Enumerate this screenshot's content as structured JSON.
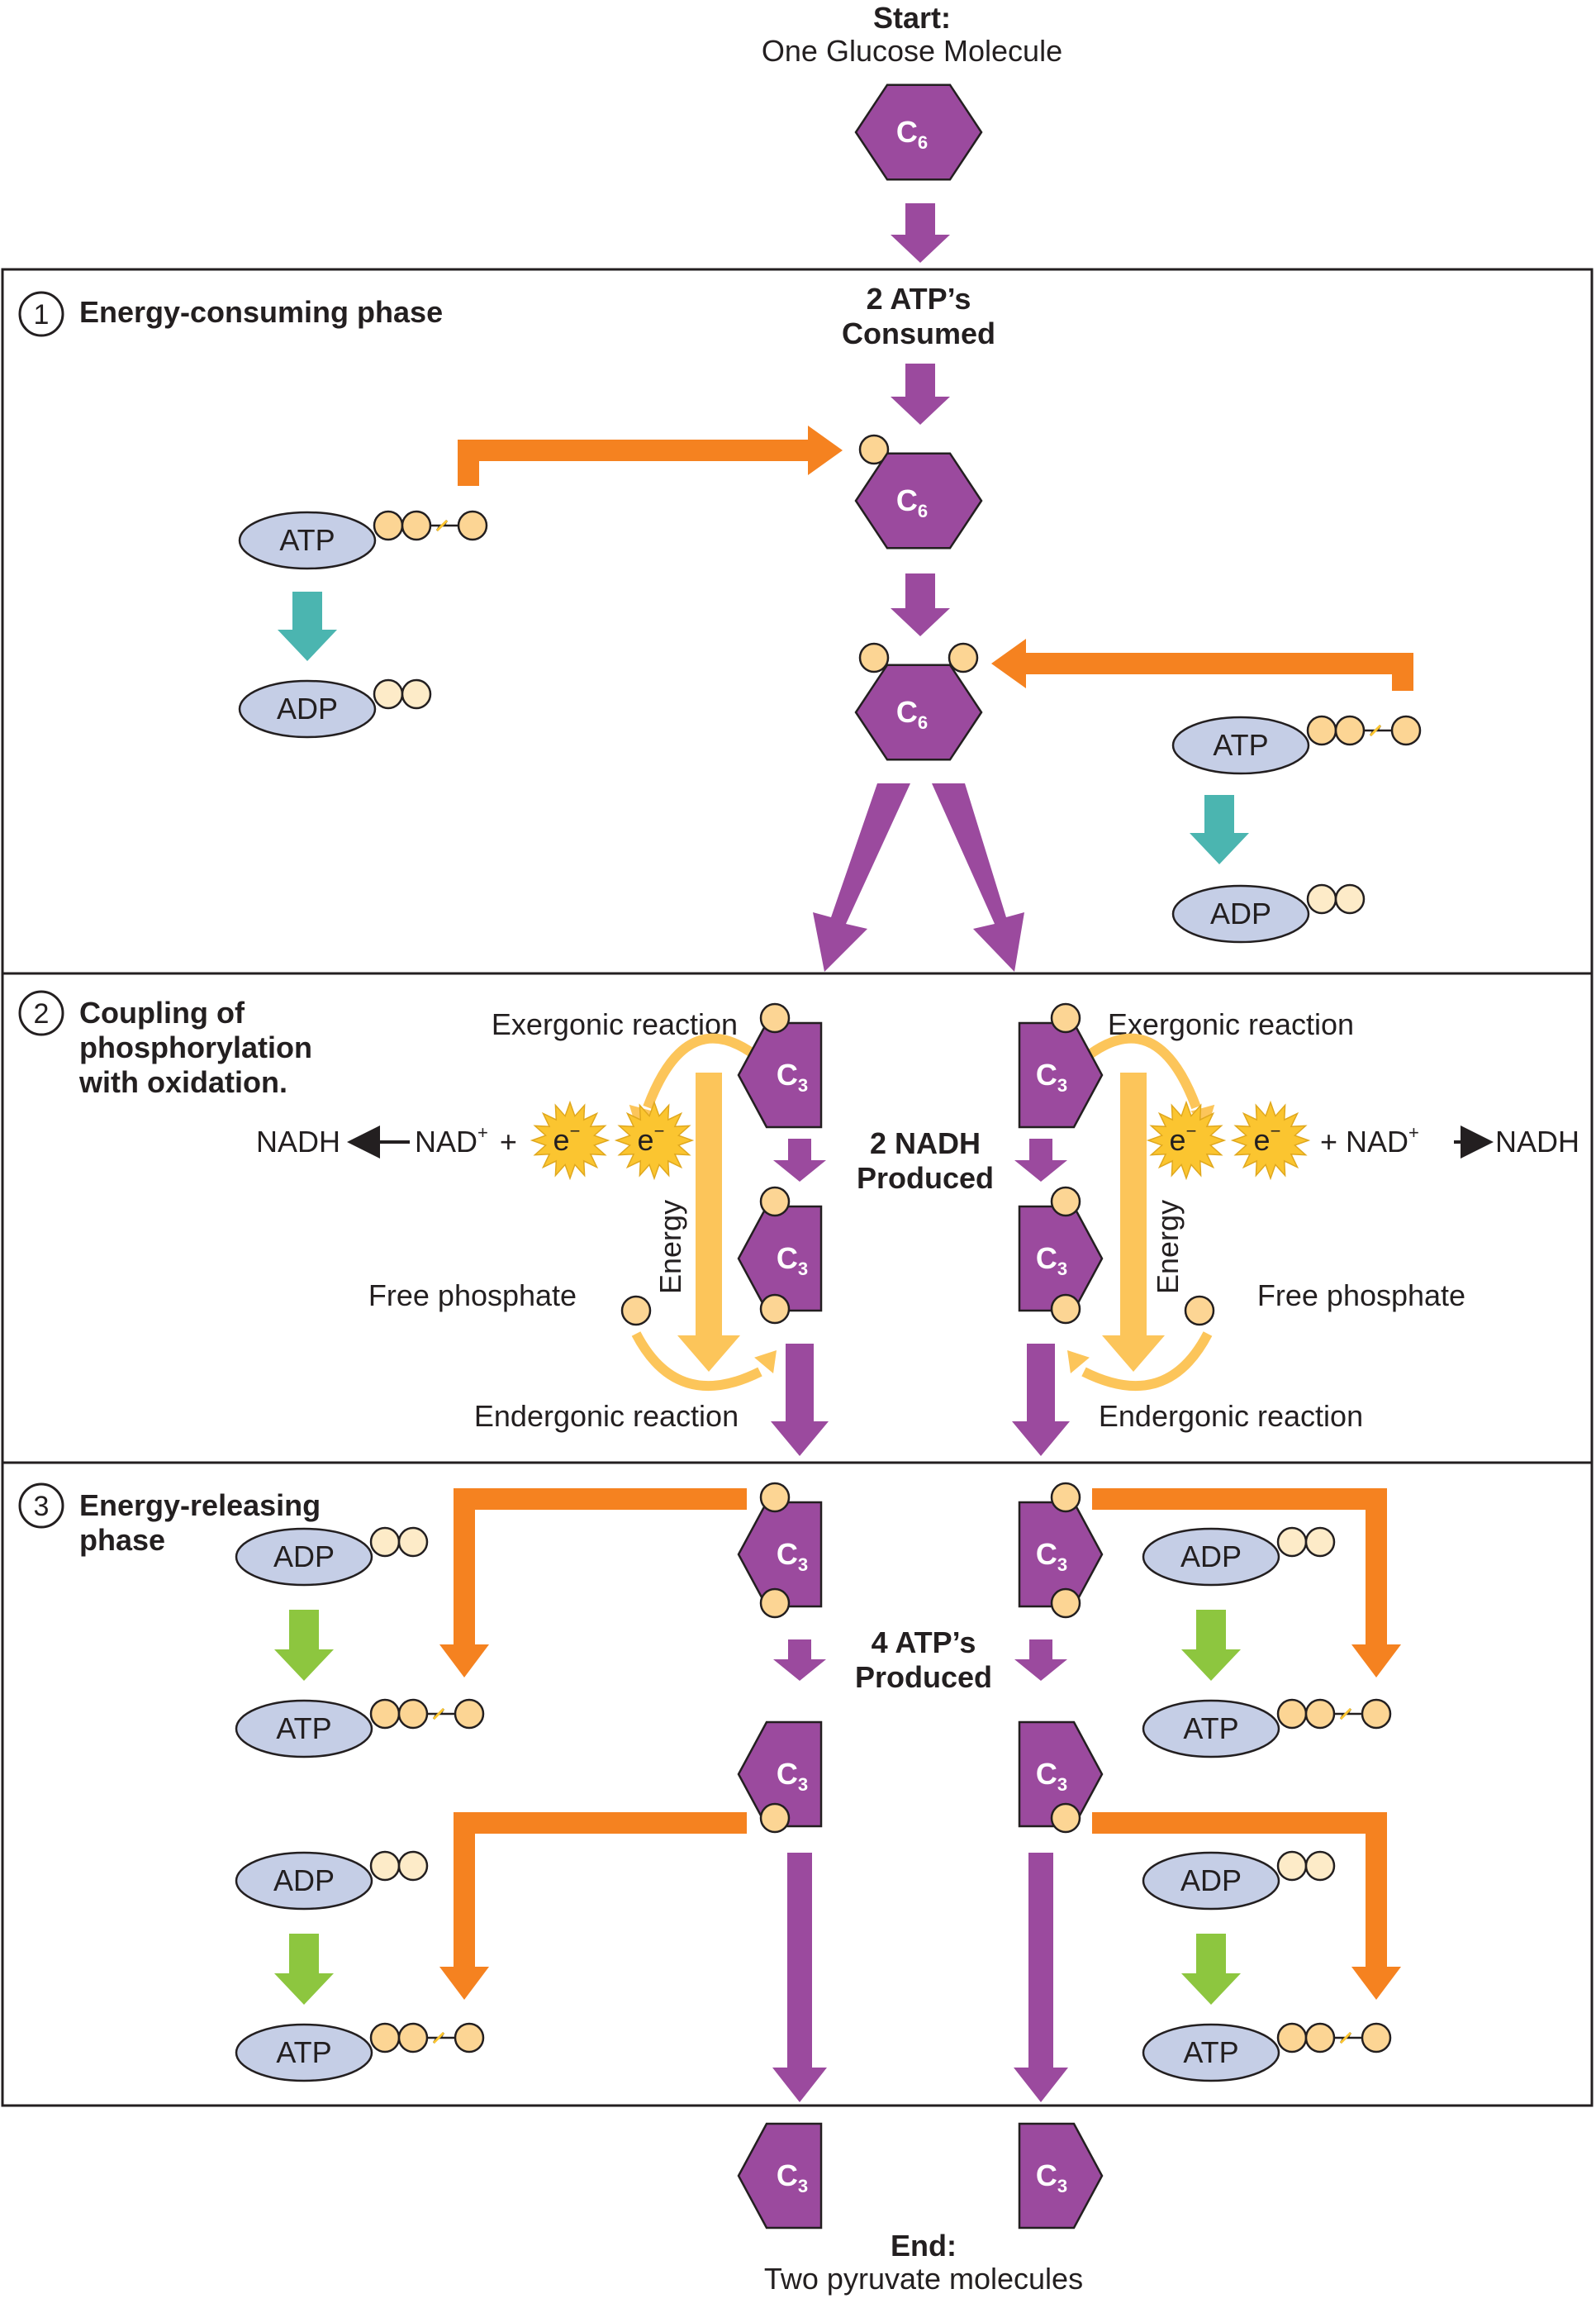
{
  "start": {
    "title": "Start:",
    "subtitle": "One Glucose Molecule"
  },
  "end": {
    "title": "End:",
    "subtitle": "Two pyruvate molecules"
  },
  "phases": [
    {
      "num": "1",
      "title_lines": [
        "Energy-consuming phase"
      ]
    },
    {
      "num": "2",
      "title_lines": [
        "Coupling of",
        "phosphorylation",
        "with oxidation."
      ]
    },
    {
      "num": "3",
      "title_lines": [
        "Energy-releasing",
        "phase"
      ]
    }
  ],
  "center_labels": {
    "consumed": [
      "2 ATP’s",
      "Consumed"
    ],
    "nadh": [
      "2 NADH",
      "Produced"
    ],
    "produced": [
      "4 ATP’s",
      "Produced"
    ]
  },
  "molecules": {
    "c": "C",
    "six": "6",
    "three": "3"
  },
  "pills": {
    "atp": "ATP",
    "adp": "ADP"
  },
  "phase2": {
    "exergonic": "Exergonic reaction",
    "endergonic": "Endergonic reaction",
    "free_phosphate": "Free phosphate",
    "energy": "Energy",
    "nadh": "NADH",
    "nad_plus": "NAD",
    "plus_sign": "+",
    "plus_superscript": "+",
    "electron": "e",
    "electron_superscript": "−"
  },
  "colors": {
    "molecule": "#9b4a9e",
    "arrow_purple": "#9b4a9e",
    "arrow_orange": "#f58220",
    "arrow_teal": "#4bb5b0",
    "arrow_green": "#8dc63f",
    "arrow_yellow": "#fcc55a",
    "pill_fill": "#c5cee6",
    "phosphate_fill": "#fcd594",
    "phosphate_light": "#fdebc8",
    "electron_fill": "#fbc530",
    "border": "#231f20"
  }
}
